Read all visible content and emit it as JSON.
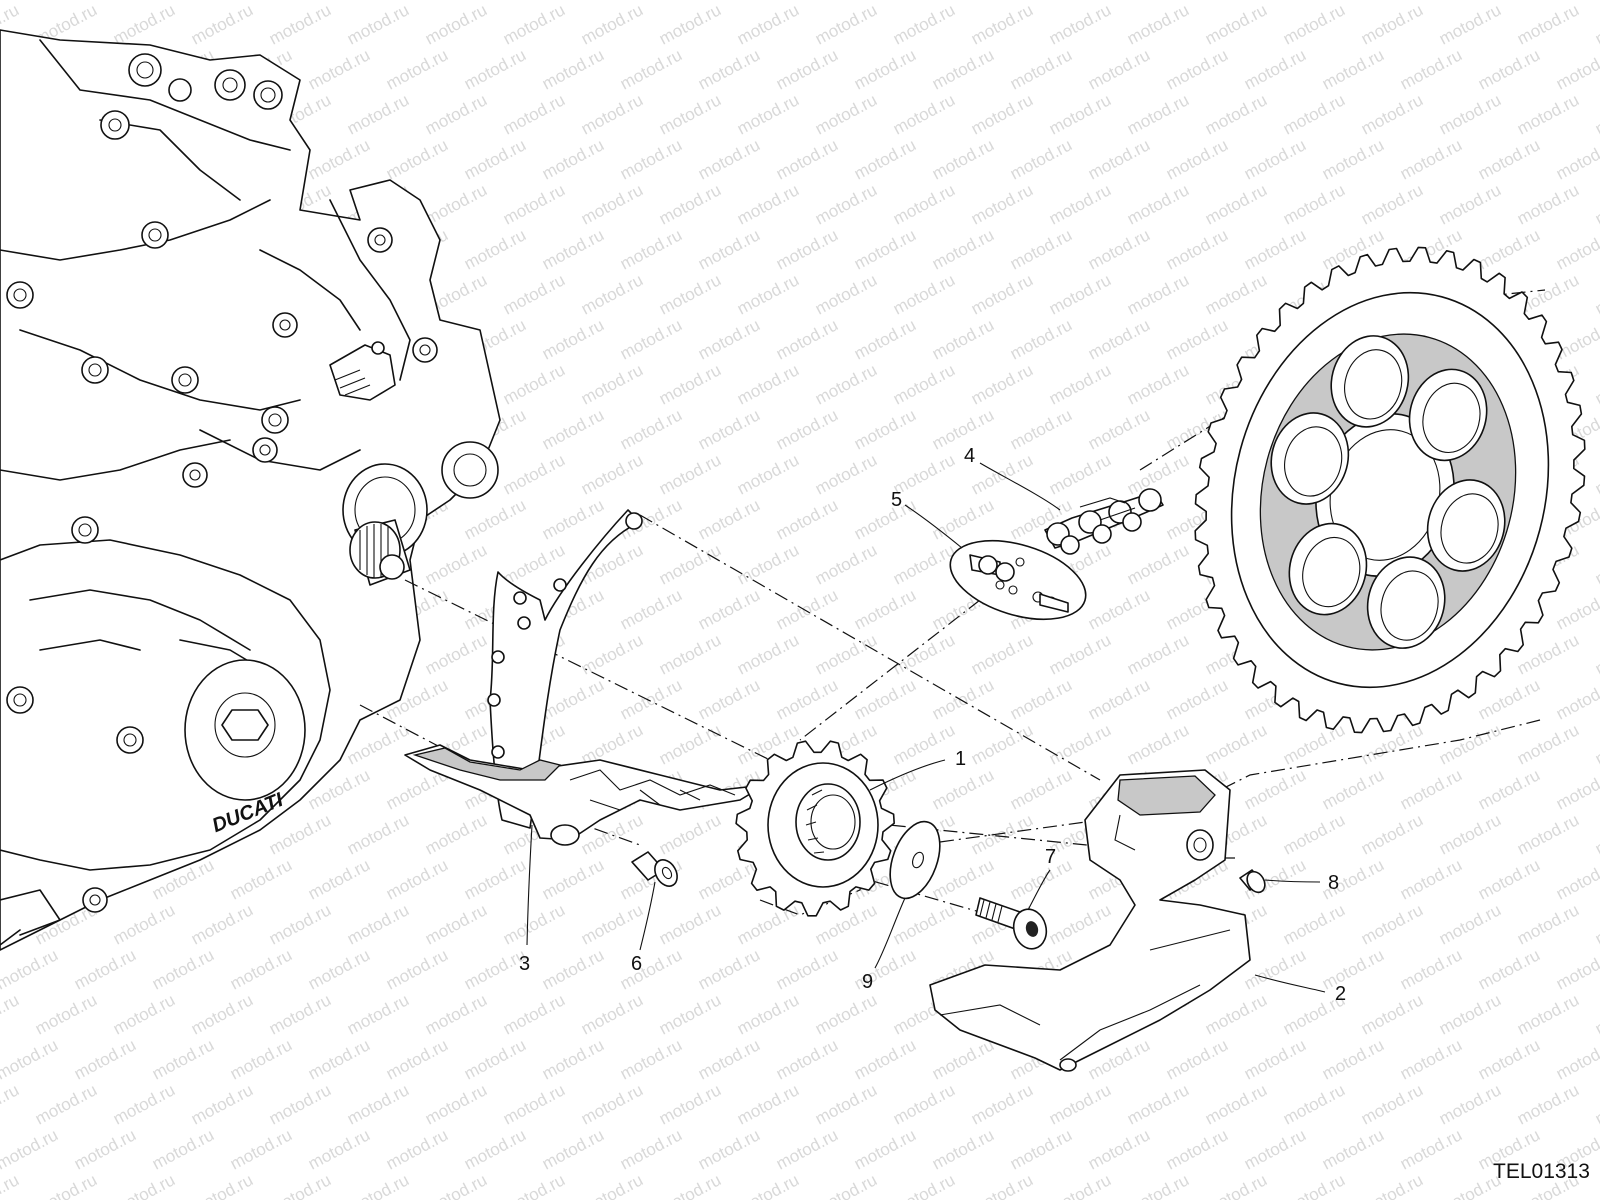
{
  "watermark": "motod.ru",
  "document_id": "TEL01313",
  "callouts": [
    {
      "id": "1",
      "label": "1"
    },
    {
      "id": "2",
      "label": "2"
    },
    {
      "id": "3",
      "label": "3"
    },
    {
      "id": "4",
      "label": "4"
    },
    {
      "id": "5",
      "label": "5"
    },
    {
      "id": "6",
      "label": "6"
    },
    {
      "id": "7",
      "label": "7"
    },
    {
      "id": "8",
      "label": "8"
    },
    {
      "id": "9",
      "label": "9"
    }
  ],
  "brand_mark": "DUCATI"
}
